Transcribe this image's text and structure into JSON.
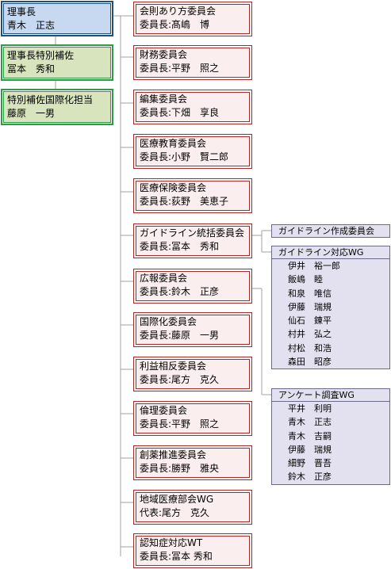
{
  "leadership": [
    {
      "role": "理事長",
      "name": "青木　正志"
    },
    {
      "role": "理事長特別補佐",
      "name": "冨本　秀和"
    },
    {
      "role": "特別補佐国際化担当",
      "name": "藤原　一男"
    }
  ],
  "committees": [
    {
      "name": "会則あり方委員会",
      "chair": "委員長:髙嶋　博"
    },
    {
      "name": "財務委員会",
      "chair": "委員長:平野　照之"
    },
    {
      "name": "編集委員会",
      "chair": "委員長:下畑　享良"
    },
    {
      "name": "医療教育委員会",
      "chair": "委員長:小野　賢二郎"
    },
    {
      "name": "医療保険委員会",
      "chair": "委員長:荻野　美恵子"
    },
    {
      "name": "ガイドライン統括委員会",
      "chair": "委員長:冨本　秀和"
    },
    {
      "name": "広報委員会",
      "chair": "委員長:鈴木　正彦"
    },
    {
      "name": "国際化委員会",
      "chair": "委員長:藤原　一男"
    },
    {
      "name": "利益相反委員会",
      "chair": "委員長:尾方　克久"
    },
    {
      "name": "倫理委員会",
      "chair": "委員長:平野　照之"
    },
    {
      "name": "創薬推進委員会",
      "chair": "委員長:勝野　雅央"
    },
    {
      "name": "地域医療部会WG",
      "chair": "代表:尾方　克久"
    },
    {
      "name": "認知症対応WT",
      "chair": "委員長:冨本 秀和"
    }
  ],
  "sub_units": {
    "guideline_creation": {
      "title": "ガイドライン作成委員会"
    },
    "guideline_wg": {
      "title": "ガイドライン対応WG",
      "members": [
        "伊井　裕一郎",
        "飯嶋　睦",
        "和泉　唯信",
        "伊藤　瑞規",
        "仙石　錬平",
        "村井　弘之",
        "村松　和浩",
        "森田　昭彦"
      ]
    },
    "survey_wg": {
      "title": "アンケート調査WG",
      "members": [
        "平井　利明",
        "青木　正志",
        "青木　吉嗣",
        "伊藤　瑞規",
        "細野　晋吾",
        "鈴木　正彦"
      ]
    }
  },
  "colors": {
    "leader_fill": "#c6d9f1",
    "leader_border": "#1f4e79",
    "special_fill": "#d7e4bd",
    "special_border": "#2e9b48",
    "committee_fill": "#fbeeee",
    "committee_border": "#a52a2a",
    "wg_fill": "#e3e1ef",
    "wg_border": "#6a6a8a",
    "connector": "#a0a0a0"
  }
}
